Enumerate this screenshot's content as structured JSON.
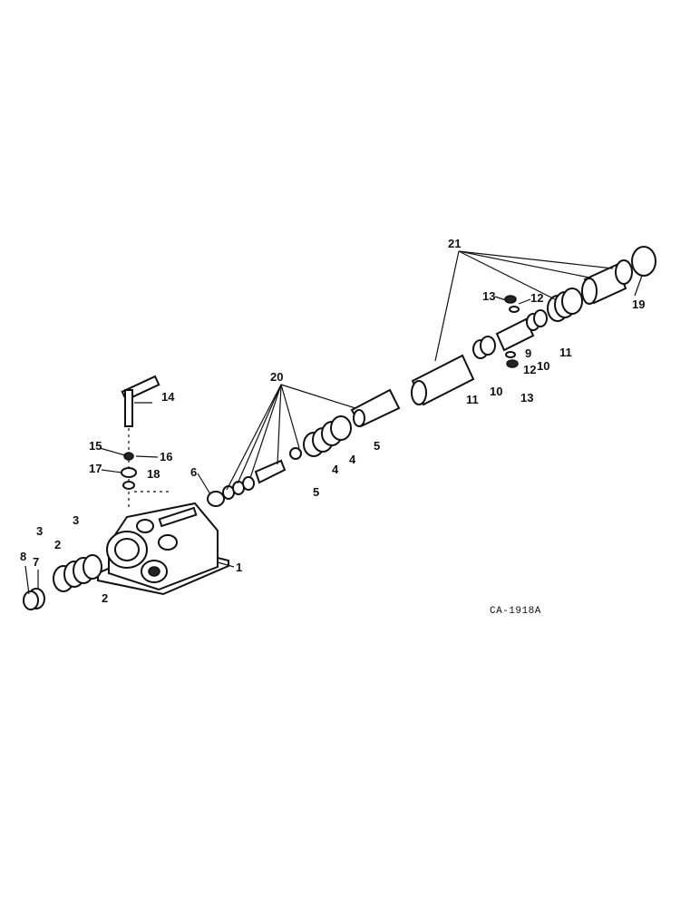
{
  "diagram": {
    "drawing_code": "CA-1918A",
    "callouts": {
      "c1": "1",
      "c2a": "2",
      "c2b": "2",
      "c3a": "3",
      "c3b": "3",
      "c4a": "4",
      "c4b": "4",
      "c5a": "5",
      "c5b": "5",
      "c6": "6",
      "c7": "7",
      "c8": "8",
      "c9": "9",
      "c10a": "10",
      "c10b": "10",
      "c11a": "11",
      "c11b": "11",
      "c12a": "12",
      "c12b": "12",
      "c13a": "13",
      "c13b": "13",
      "c14": "14",
      "c15": "15",
      "c16": "16",
      "c17": "17",
      "c18": "18",
      "c19": "19",
      "c20": "20",
      "c21": "21"
    }
  }
}
